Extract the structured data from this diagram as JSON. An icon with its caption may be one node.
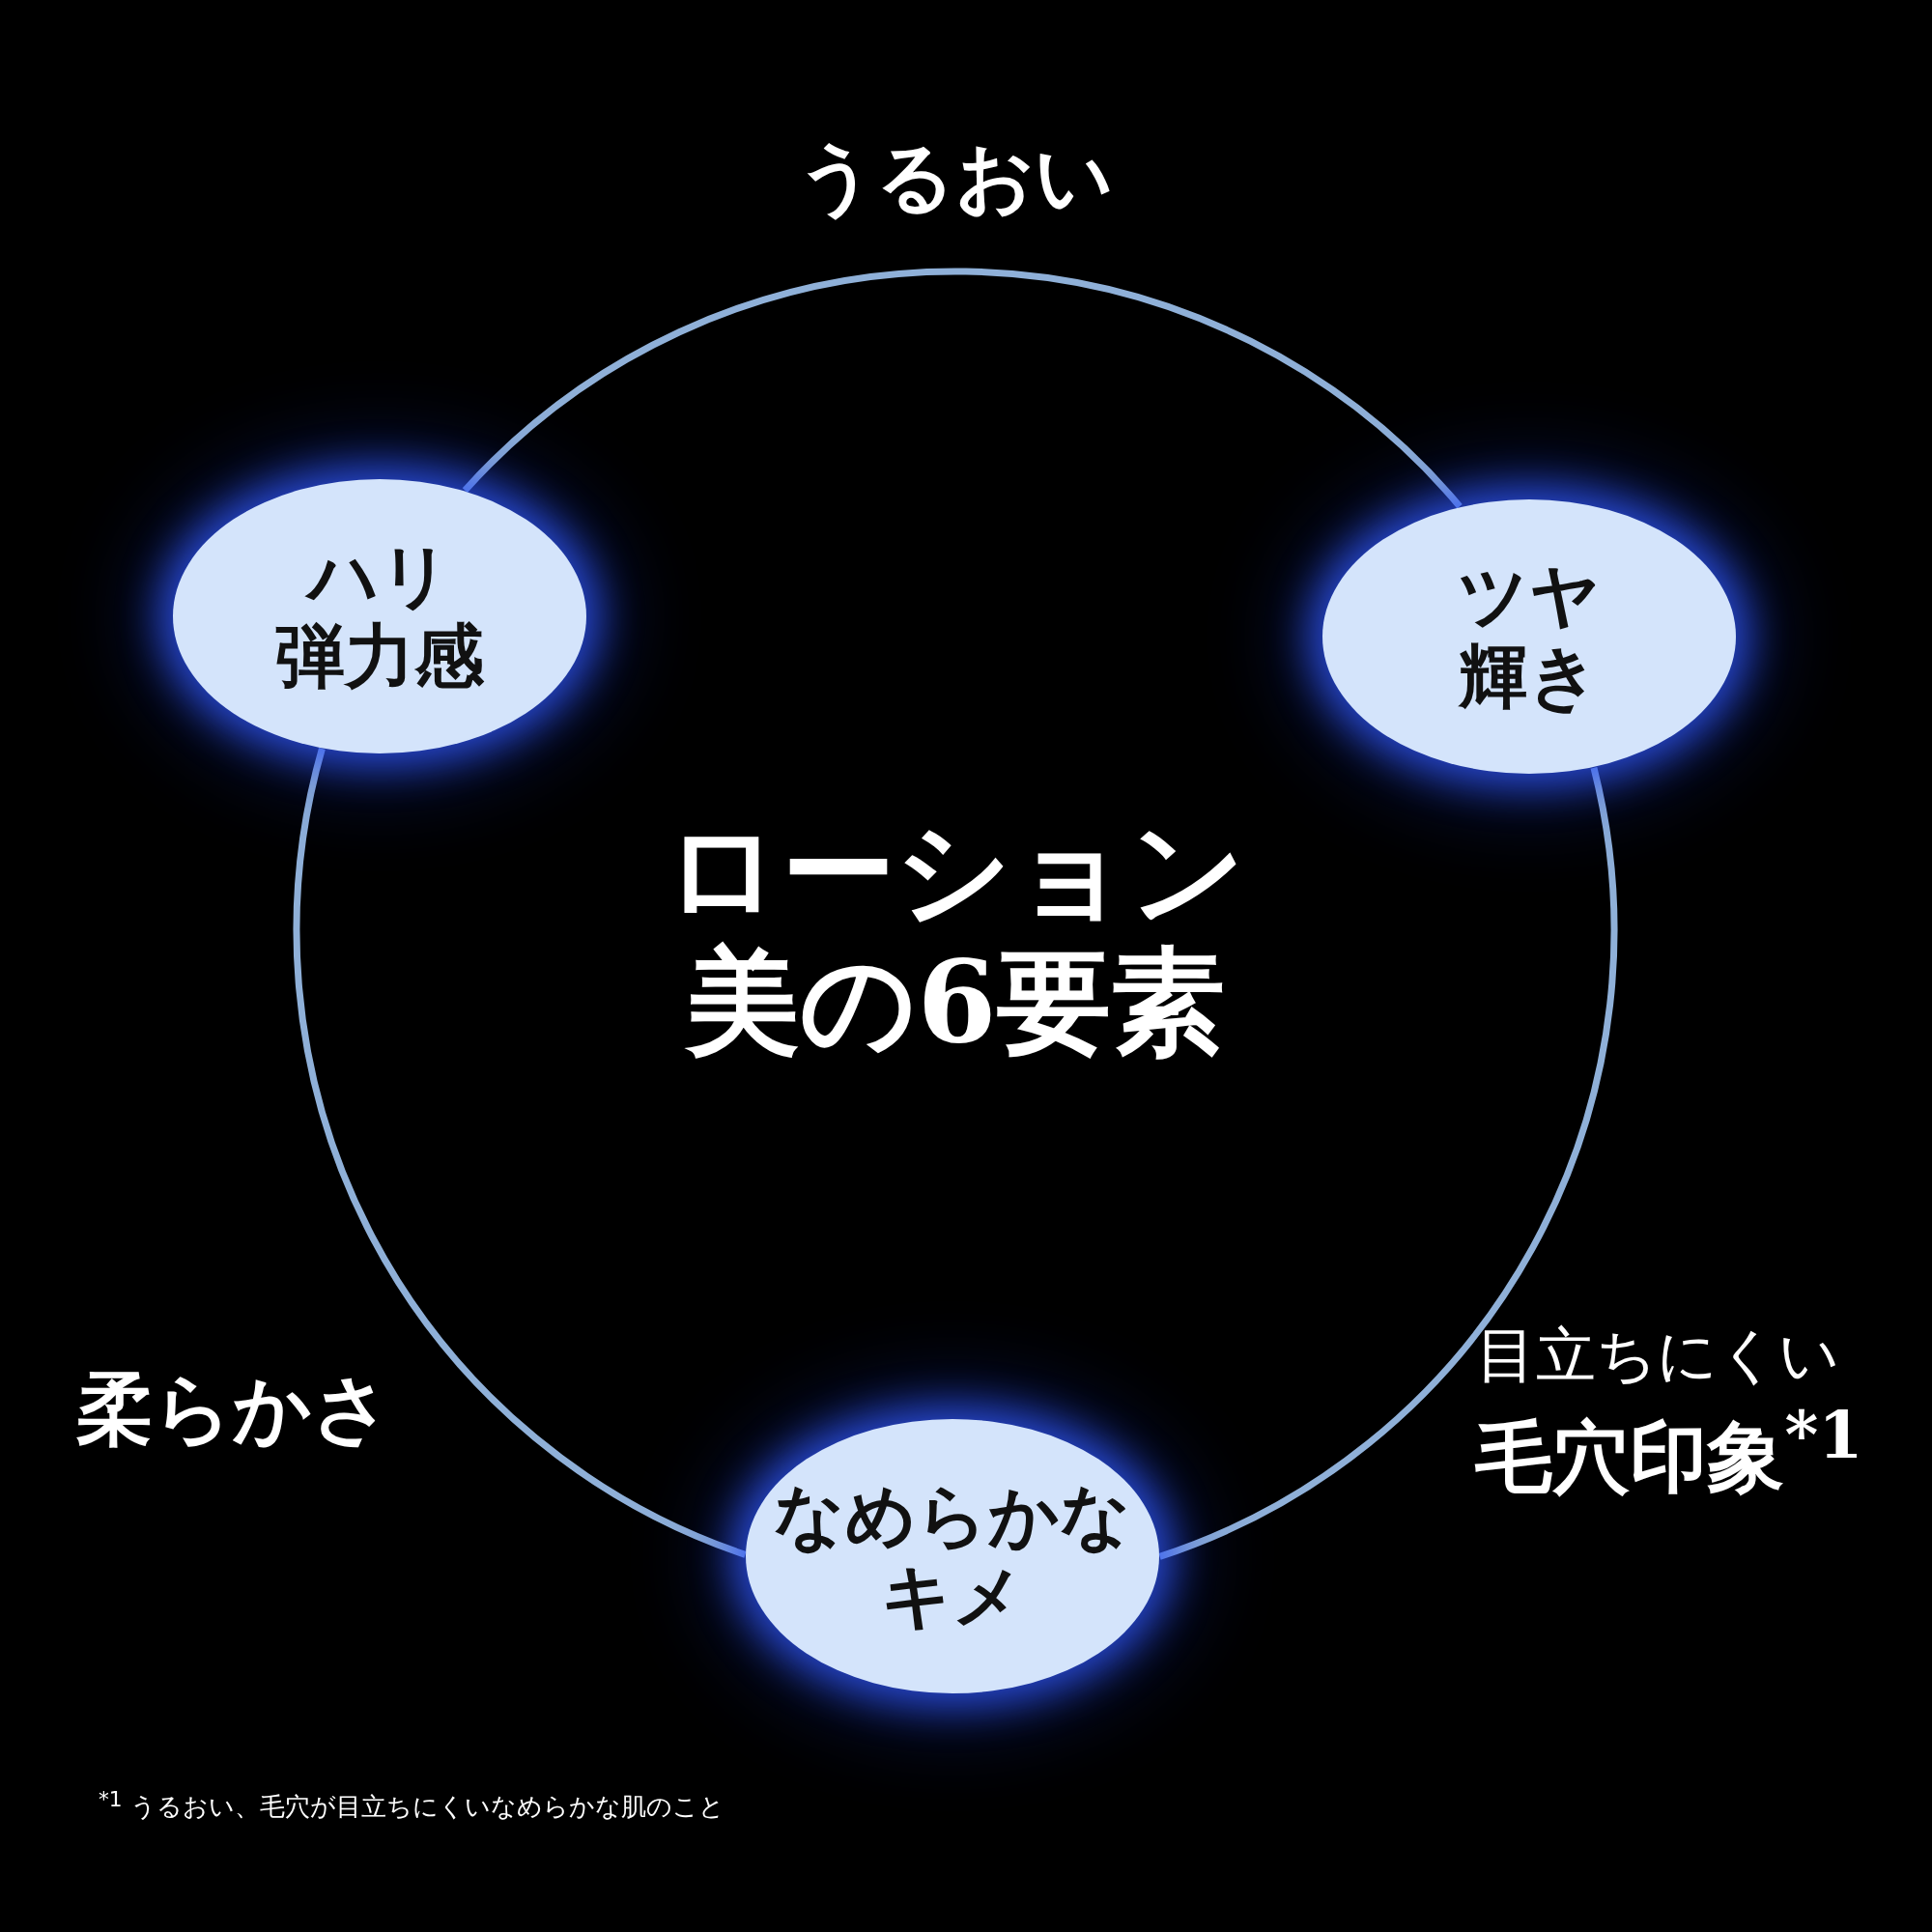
{
  "diagram": {
    "title": "ローション美の6要素",
    "nodes": [
      {
        "text": [
          "ハリ",
          "弾力感"
        ]
      },
      {
        "text": [
          "ツヤ",
          "輝き"
        ]
      },
      {
        "text": [
          "なめらかな",
          "キメ"
        ]
      }
    ],
    "edges": [
      {
        "from": 0,
        "to": 1,
        "arrow": "none"
      },
      {
        "from": 1,
        "to": 2,
        "arrow": "none"
      },
      {
        "from": 2,
        "to": 0,
        "arrow": "none"
      }
    ],
    "labels": [
      "うるおい",
      "柔らかさ",
      "目立ちにくい",
      "毛穴印象$^{*1}$"
    ],
    "caption": "$^{*1}$ うるおい、毛穴が目立ちにくいなめらかな肌のこと"
  }
}
